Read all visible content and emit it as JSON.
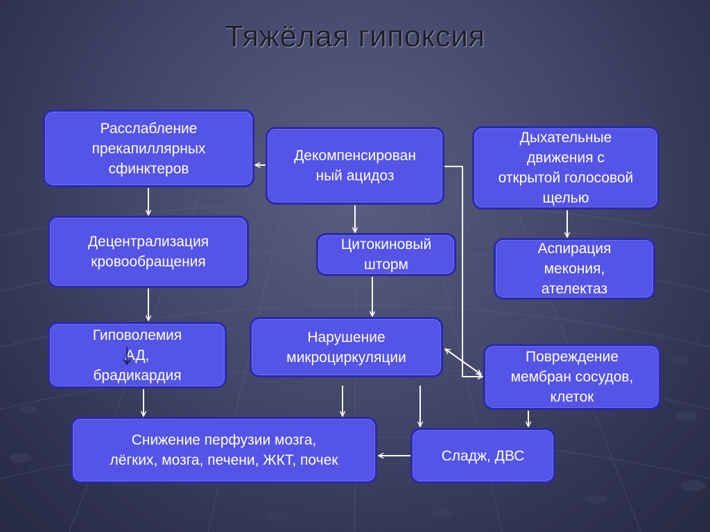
{
  "slide": {
    "title": "Тяжёлая гипоксия"
  },
  "nodes": {
    "relaxation": "Расслабление\nпрекапиллярных\nсфинктеров",
    "acidosis": "Декомпенсирован\nный ацидоз",
    "breathing": "Дыхательные\nдвижения с\nоткрытой голосовой\nщелью",
    "centralization": "Децентрализация\nкровообращения",
    "cytokine": "Цитокиновый\nшторм",
    "aspiration": "Аспирация\nмекония,\nателектаз",
    "hypovolemia": "Гиповолемия\nАД,\nбрадикардия",
    "microcirculation": "Нарушение\nмикроциркуляции",
    "membrane": "Повреждение\nмембран сосудов,\nклеток",
    "perfusion": "Снижение перфузии мозга,\nлёгких, мозга, печени, ЖКТ, почек",
    "sludge": "Сладж, ДВС"
  },
  "colors": {
    "box_fill": "#5454e6",
    "box_border": "#2a2aa8",
    "arrow": "#ffffff"
  }
}
